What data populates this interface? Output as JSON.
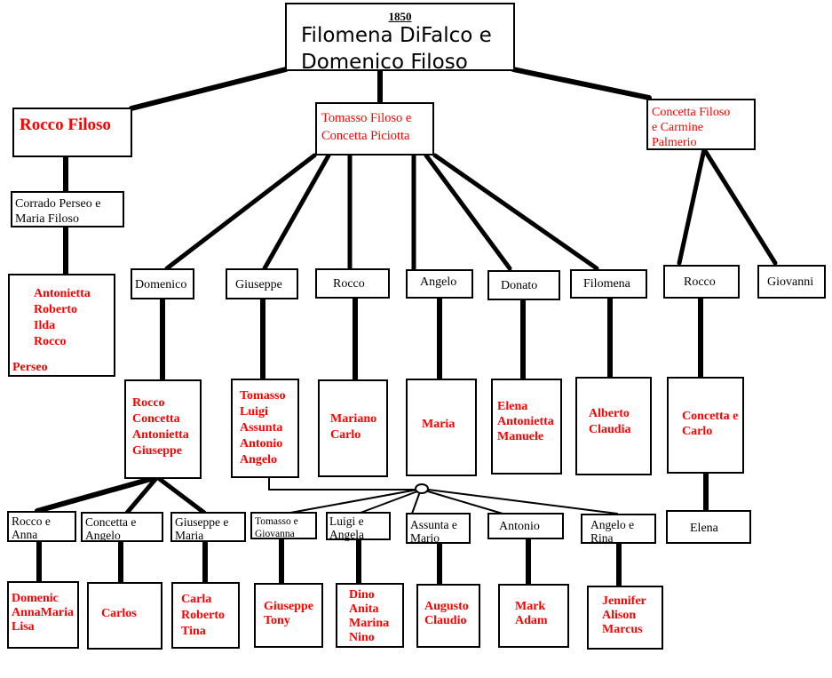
{
  "colors": {
    "name_text": "#ff0000",
    "label_text": "#000000",
    "lines": "#000000",
    "background": "#ffffff"
  },
  "root": {
    "year": "1850",
    "names": "Filomena DiFalco e\nDomenico Filoso"
  },
  "generation1": [
    {
      "id": "rocco-filoso",
      "text": "Rocco Filoso"
    },
    {
      "id": "tomasso-concetta",
      "text": "Tomasso Filoso e\nConcetta Piciotta"
    },
    {
      "id": "concetta-carmine",
      "text": "Concetta Filoso\ne Carmine\n    Palmerio"
    }
  ],
  "perseo_branch": {
    "couple": "Corrado Perseo e\nMaria Filoso",
    "children": "Antonietta\nRoberto\nIlda\nRocco",
    "surname": "Perseo"
  },
  "tomasso_children": [
    {
      "name": "Domenico",
      "children": "Rocco\nConcetta\nAntonietta\nGiuseppe"
    },
    {
      "name": "Giuseppe",
      "children": "Tomasso\nLuigi\nAssunta\nAntonio\nAngelo"
    },
    {
      "name": "Rocco",
      "children": "Mariano\nCarlo"
    },
    {
      "name": "Angelo",
      "children": "Maria"
    },
    {
      "name": "Donato",
      "children": "Elena\nAntonietta\nManuele"
    },
    {
      "name": "Filomena",
      "children": "Alberto\nClaudia"
    }
  ],
  "palmerio_children": [
    {
      "name": "Rocco",
      "children": "Concetta e\nCarlo",
      "grandchild": "Elena"
    },
    {
      "name": "Giovanni"
    }
  ],
  "domenico_grandchildren": [
    {
      "couple": "Rocco e\nAnna",
      "children": "Domenic\nAnnaMaria\nLisa"
    },
    {
      "couple": "Concetta e\nAngelo",
      "children": "Carlos"
    },
    {
      "couple": "Giuseppe e\nMaria",
      "children": "Carla\nRoberto\nTina"
    }
  ],
  "giuseppe_grandchildren": [
    {
      "couple": "Tomasso e\nGiovanna",
      "children": "Giuseppe\nTony"
    },
    {
      "couple": "Luigi e\nAngela",
      "children": "Dino\nAnita\nMarina\nNino"
    },
    {
      "couple": "Assunta e\nMario",
      "children": "Augusto\nClaudio"
    },
    {
      "couple": "Antonio",
      "children": "Mark\nAdam"
    },
    {
      "couple": "Angelo e\nRina",
      "children": "Jennifer\nAlison\nMarcus"
    }
  ]
}
